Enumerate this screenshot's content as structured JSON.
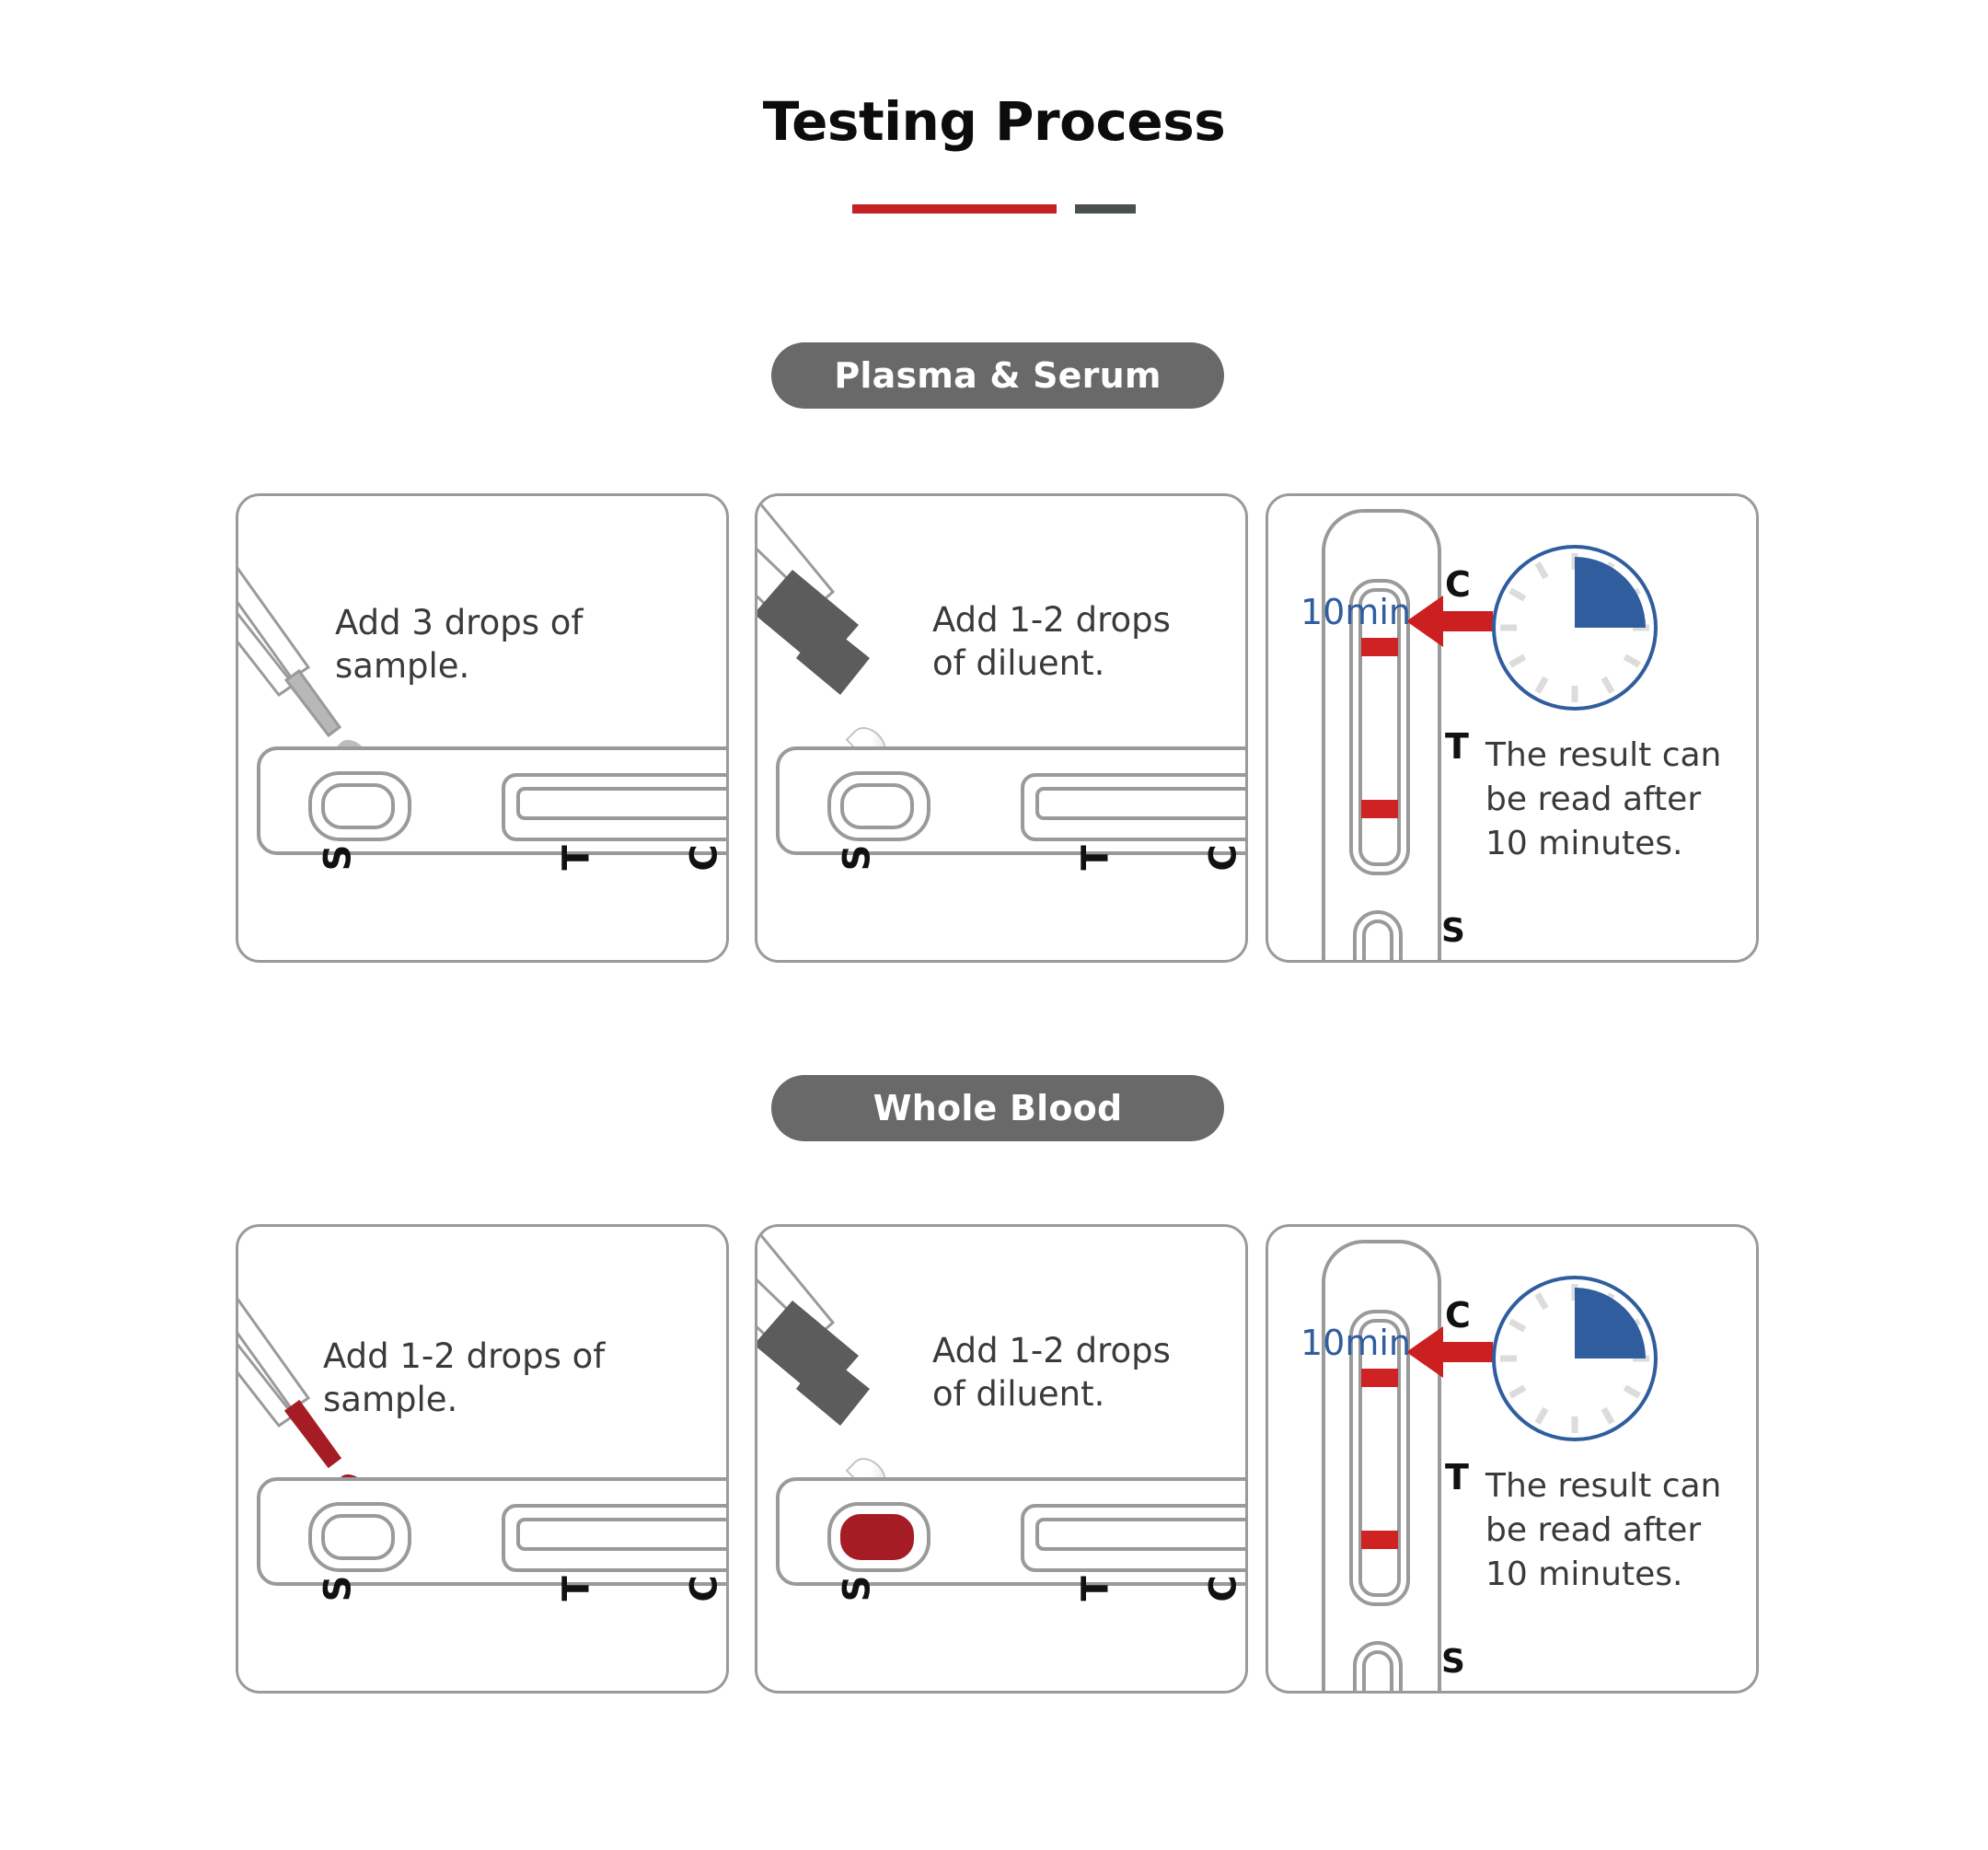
{
  "header": {
    "title": "Testing Process",
    "divider_red": "#c42127",
    "divider_grey": "#4a4f52"
  },
  "sections": [
    {
      "badge": "Plasma & Serum",
      "steps": [
        {
          "caption": "Add 3 drops of sample.",
          "device": "pipette",
          "drops": 3,
          "drop_color": "#bcbcbc",
          "well_label": "S",
          "test_label": "T",
          "control_label": "C"
        },
        {
          "caption": "Add 1-2 drops\nof diluent.",
          "device": "dropper-bottle",
          "drops": 2,
          "drop_color": "#ffffff",
          "well_label": "S",
          "test_label": "T",
          "control_label": "C"
        },
        {
          "caption": "The result can\nbe read after\n10 minutes.",
          "device": "cassette-vertical",
          "timer_label": "10min",
          "control_label": "C",
          "test_label": "T",
          "sample_label": "S",
          "line_color": "#cf2222",
          "arrow_color": "#cc1f1f",
          "clock_color": "#2f5d9e"
        }
      ]
    },
    {
      "badge": "Whole Blood",
      "steps": [
        {
          "caption": "Add 1-2 drops of sample.",
          "device": "pipette",
          "drops": 2,
          "drop_color": "#a51c25",
          "well_label": "S",
          "test_label": "T",
          "control_label": "C"
        },
        {
          "caption": "Add 1-2 drops\nof diluent.",
          "device": "dropper-bottle",
          "drops": 2,
          "drop_color": "#ffffff",
          "well_label": "S",
          "test_label": "T",
          "control_label": "C"
        },
        {
          "caption": "The result can\nbe read after\n10 minutes.",
          "device": "cassette-vertical",
          "timer_label": "10min",
          "control_label": "C",
          "test_label": "T",
          "sample_label": "S",
          "line_color": "#cf2222",
          "arrow_color": "#cc1f1f",
          "clock_color": "#2f5d9e"
        }
      ]
    }
  ]
}
